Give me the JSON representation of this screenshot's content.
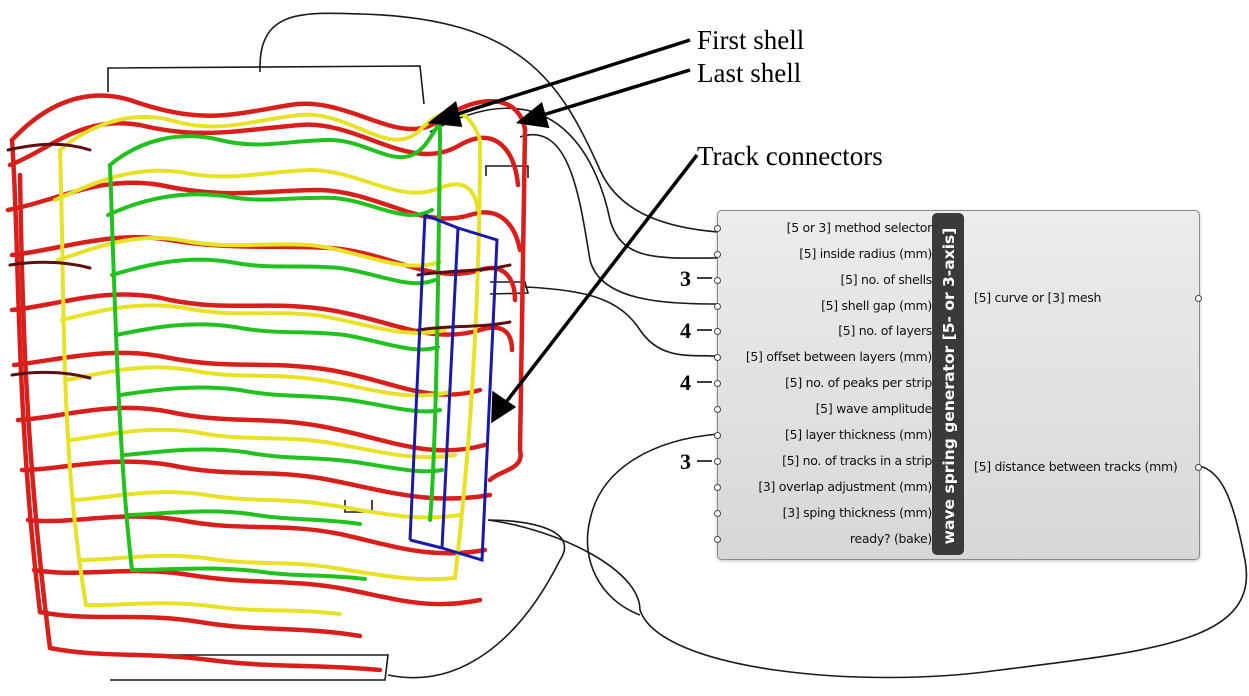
{
  "annotations": {
    "first_shell": "First shell",
    "last_shell": "Last shell",
    "track_connectors": "Track connectors"
  },
  "component": {
    "title": "wave spring generator [5- or 3-axis]",
    "inputs": [
      "[5 or 3] method selector",
      "[5] inside radius (mm)",
      "[5] no. of shells",
      "[5] shell gap (mm)",
      "[5] no. of layers",
      "[5] offset between layers (mm)",
      "[5] no. of peaks per strip",
      "[5] wave amplitude",
      "[5] layer thickness (mm)",
      "[5] no. of tracks in a strip",
      "[3] overlap adjustment (mm)",
      "[3] sping thickness (mm)",
      "ready? (bake)"
    ],
    "outputs": [
      "[5] curve or [3] mesh",
      "[5] distance between tracks (mm)"
    ]
  },
  "input_values": {
    "no_of_shells": "3",
    "no_of_layers": "4",
    "no_of_peaks_per_strip": "4",
    "no_of_tracks_in_a_strip": "3"
  },
  "colors": {
    "shell_red": "#d81f1b",
    "shell_yellow": "#e8e226",
    "shell_green": "#22c21e",
    "connector_blue": "#1a1aa8",
    "component_bg": "#e2e2e2",
    "title_bar": "#3a3a3a"
  }
}
